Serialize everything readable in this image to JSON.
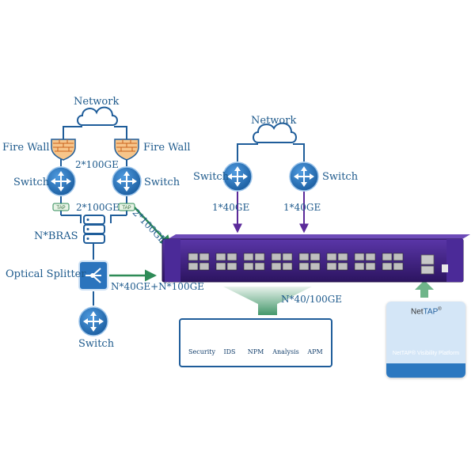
{
  "labels": {
    "network_left": "Network",
    "network_right": "Network",
    "firewall_left": "Fire Wall",
    "firewall_right": "Fire Wall",
    "switch_left_1": "Switch",
    "switch_left_2": "Switch",
    "switch_right_1": "Switch",
    "switch_right_2": "Switch",
    "switch_bottom": "Switch",
    "link_fw_switch": "2*100GE",
    "link_tap_bras": "2*100GE",
    "link_to_device": "2*100GE",
    "bras": "N*BRAS",
    "optical_splitter": "Optical Splitter",
    "link_splitter_device": "N*40GE+N*100GE",
    "link_right_left": "1*40GE",
    "link_right_right": "1*40GE",
    "link_device_tools": "N*40/100GE",
    "tap_left": "TAP",
    "tap_right": "TAP"
  },
  "tools": [
    {
      "label": "Security",
      "icon": "security-icon"
    },
    {
      "label": "IDS",
      "icon": "ids-icon"
    },
    {
      "label": "NPM",
      "icon": "npm-icon"
    },
    {
      "label": "Analysis",
      "icon": "analysis-icon"
    },
    {
      "label": "APM",
      "icon": "apm-icon"
    }
  ],
  "platform": {
    "brand_prefix": "Net",
    "brand_suffix": "TAP",
    "brand_mark": "®",
    "footer": "NetTAP® Visibility Platform"
  },
  "colors": {
    "label_blue": "#1e5a8c",
    "line_blue": "#1f5d9a",
    "arrow_green": "#2e8b57",
    "device_purple": "#3f1f82",
    "firewall_orange": "#e07a2e"
  }
}
